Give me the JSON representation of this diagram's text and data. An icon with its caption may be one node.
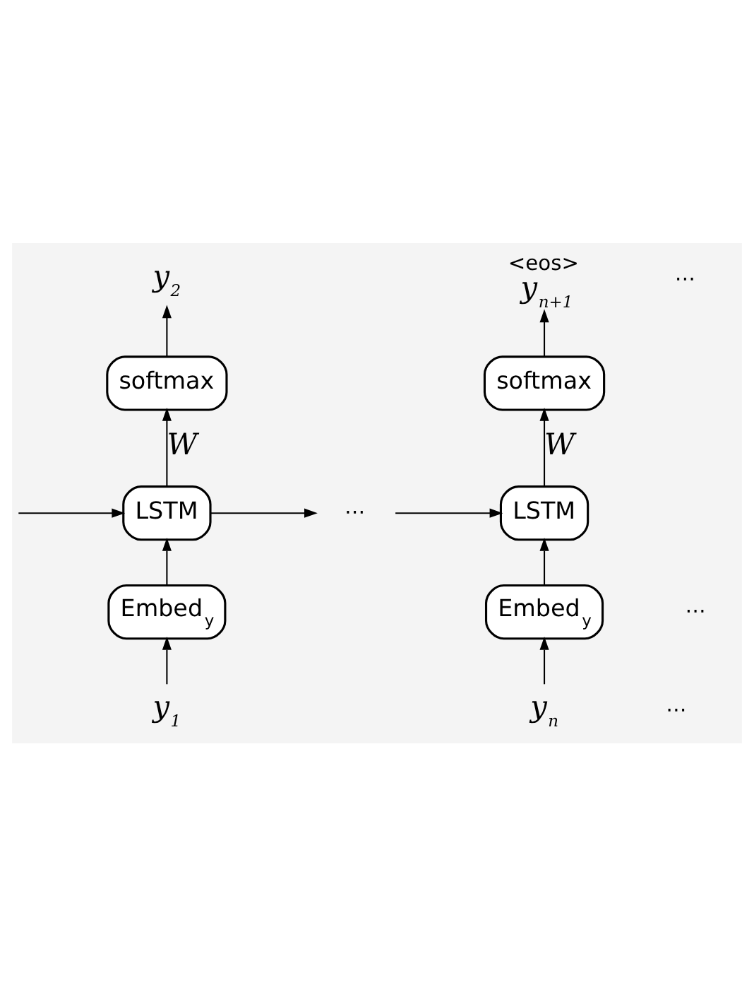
{
  "diagram": {
    "nodes": [
      {
        "text": [
          "y$_{2}$"
        ]
      },
      {
        "text": [
          "softmax"
        ]
      },
      {
        "text": [
          "LSTM"
        ]
      },
      {
        "text": [
          "Embed$_{y}$"
        ]
      },
      {
        "text": [
          "y$_{1}$"
        ]
      },
      {
        "text": [
          "<eos>",
          "y$_{n+1}$"
        ]
      },
      {
        "text": [
          "softmax"
        ]
      },
      {
        "text": [
          "LSTM"
        ]
      },
      {
        "text": [
          "Embed$_{y}$"
        ]
      },
      {
        "text": [
          "y$_{n}$"
        ]
      },
      {
        "text": [
          "⋯"
        ]
      }
    ],
    "edges": [
      {
        "from": null,
        "to": 2,
        "arrow": "to"
      },
      {
        "from": 4,
        "to": 3,
        "arrow": "to"
      },
      {
        "from": 3,
        "to": 2,
        "arrow": "to"
      },
      {
        "from": 2,
        "to": 1,
        "arrow": "to",
        "label": "W"
      },
      {
        "from": 1,
        "to": 0,
        "arrow": "to"
      },
      {
        "from": 2,
        "to": 10,
        "arrow": "to"
      },
      {
        "from": 10,
        "to": 7,
        "arrow": "to"
      },
      {
        "from": 9,
        "to": 8,
        "arrow": "to"
      },
      {
        "from": 8,
        "to": 7,
        "arrow": "to"
      },
      {
        "from": 7,
        "to": 6,
        "arrow": "to",
        "label": "W"
      },
      {
        "from": 6,
        "to": 5,
        "arrow": "to"
      }
    ],
    "labels": [
      "⋯",
      "⋯",
      "⋯"
    ]
  }
}
